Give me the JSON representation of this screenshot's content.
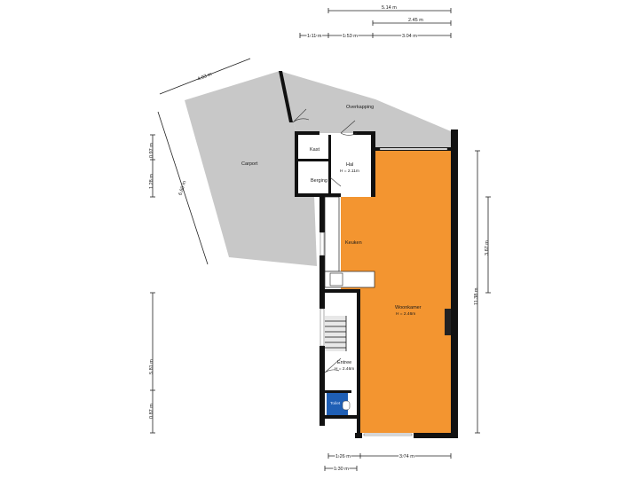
{
  "colors": {
    "living": "#f39530",
    "outdoor": "#c8c8c8",
    "interior": "#ffffff",
    "toilet": "#1f5fb5",
    "wall": "#111111"
  },
  "rooms": {
    "carport": "Carport",
    "overkapping": "Overkapping",
    "kast": "Kast",
    "hal": "Hal",
    "hal_height": "H = 2.11m",
    "berging": "Berging",
    "keuken": "Keuken",
    "woonkamer": "Woonkamer",
    "woonkamer_height": "H = 2.46m",
    "entree": "Entree",
    "entree_height": "H = 2.46m",
    "toilet": "Toilet"
  },
  "dimensions": {
    "top_total": "5.14 m",
    "top_right": "2.45 m",
    "top_a": "1.11 m",
    "top_b": "1.53 m",
    "top_c": "3.04 m",
    "carport_diag_top": "4.03 m",
    "carport_diag_side": "6.60 m",
    "left_a": "0.97 m",
    "left_b": "1.28 m",
    "left_c": "5.81 m",
    "left_d": "0.87 m",
    "right_a": "3.67 m",
    "right_total": "11.38 m",
    "bottom_a": "1.26 m",
    "bottom_b": "3.74 m",
    "bottom_c": "1.30 m"
  }
}
